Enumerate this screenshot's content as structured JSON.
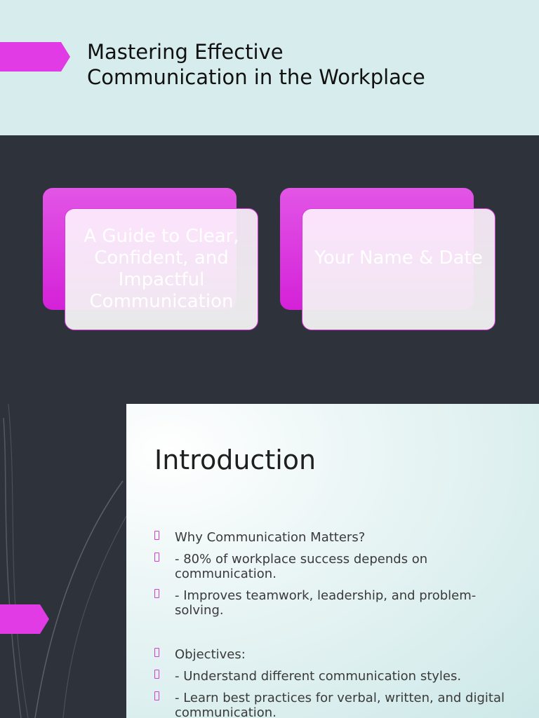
{
  "title_slide": {
    "title_line1": "Mastering Effective",
    "title_line2": "Communication in the Workplace",
    "accent_color": "#e03be4"
  },
  "cards": [
    {
      "text": "A Guide to Clear, Confident, and Impactful Communication"
    },
    {
      "text": "Your Name & Date"
    }
  ],
  "intro_slide": {
    "title": "Introduction",
    "bullets": [
      "Why Communication Matters?",
      "- 80% of workplace success depends on communication.",
      "- Improves teamwork, leadership, and problem-solving.",
      "Objectives:",
      "- Understand different communication styles.",
      "- Learn best practices for verbal, written, and digital communication."
    ]
  }
}
